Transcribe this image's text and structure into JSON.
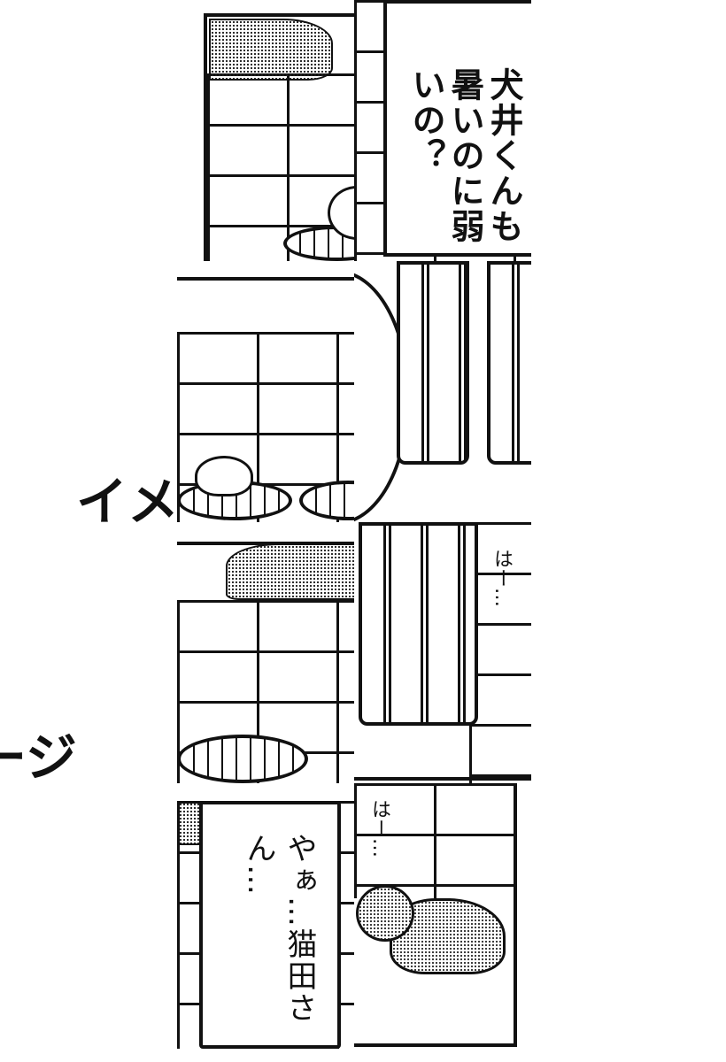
{
  "overlay_text": {
    "part1": "イメ",
    "part2": "ージ"
  },
  "panels": {
    "speech_top": "犬井くんも暑いのに弱いの？",
    "speech_bottom": "やぁ…猫田さん…",
    "sfx_1": "はー…",
    "sfx_2": "はー…"
  }
}
